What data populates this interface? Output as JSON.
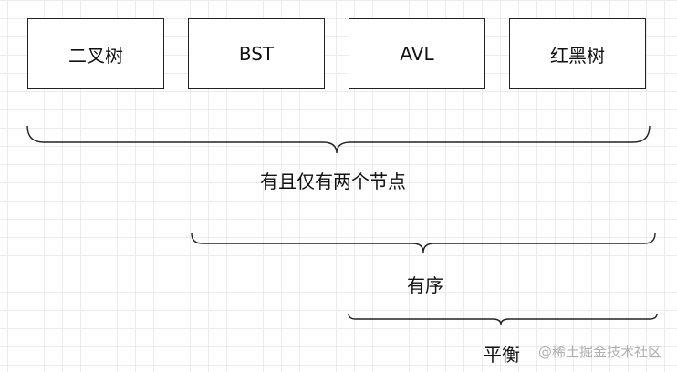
{
  "diagram": {
    "boxes": [
      "二叉树",
      "BST",
      "AVL",
      "红黑树"
    ],
    "groups": [
      {
        "label": "有且仅有两个节点",
        "spans": [
          "二叉树",
          "BST",
          "AVL",
          "红黑树"
        ]
      },
      {
        "label": "有序",
        "spans": [
          "BST",
          "AVL",
          "红黑树"
        ]
      },
      {
        "label": "平衡",
        "spans": [
          "AVL",
          "红黑树"
        ]
      }
    ],
    "stroke_color": "#222222",
    "grid_color": "#ececec"
  },
  "watermark": "@稀土掘金技术社区"
}
